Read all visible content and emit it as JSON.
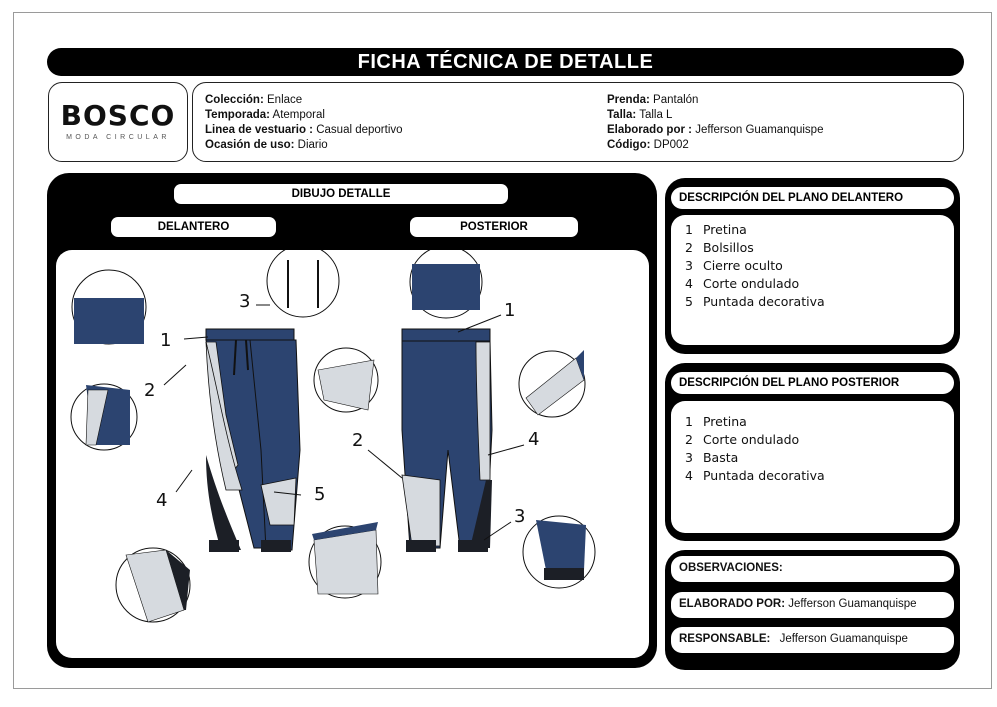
{
  "header": {
    "title": "FICHA TÉCNICA DE DETALLE"
  },
  "logo": {
    "brand": "BOSCO",
    "tagline": "MODA CIRCULAR"
  },
  "info": {
    "left": [
      {
        "label": "Colección:",
        "value": "Enlace"
      },
      {
        "label": "Temporada:",
        "value": "Atemporal"
      },
      {
        "label": "Linea de vestuario :",
        "value": "Casual deportivo"
      },
      {
        "label": "Ocasión de uso:",
        "value": "Diario"
      }
    ],
    "right": [
      {
        "label": "Prenda:",
        "value": "Pantalón"
      },
      {
        "label": "Talla:",
        "value": "Talla L"
      },
      {
        "label": "Elaborado por :",
        "value": "Jefferson Guamanquispe"
      },
      {
        "label": "Código:",
        "value": "DP002"
      }
    ]
  },
  "drawing": {
    "title": "DIBUJO DETALLE",
    "front_label": "DELANTERO",
    "back_label": "POSTERIOR",
    "front_callouts": [
      "1",
      "2",
      "3",
      "4",
      "5"
    ],
    "back_callouts": [
      "1",
      "2",
      "3",
      "4"
    ]
  },
  "front_description": {
    "title": "DESCRIPCIÓN DEL PLANO DELANTERO",
    "items": [
      {
        "num": "1",
        "text": "Pretina"
      },
      {
        "num": "2",
        "text": "Bolsillos"
      },
      {
        "num": "3",
        "text": "Cierre oculto"
      },
      {
        "num": "4",
        "text": "Corte ondulado"
      },
      {
        "num": "5",
        "text": "Puntada decorativa"
      }
    ]
  },
  "back_description": {
    "title": "DESCRIPCIÓN DEL PLANO POSTERIOR",
    "items": [
      {
        "num": "1",
        "text": "Pretina"
      },
      {
        "num": "2",
        "text": "Corte ondulado"
      },
      {
        "num": "3",
        "text": "Basta"
      },
      {
        "num": "4",
        "text": "Puntada decorativa"
      }
    ]
  },
  "observations": {
    "title": "OBSERVACIONES:",
    "made_by_label": "ELABORADO POR:",
    "made_by_value": "Jefferson Guamanquispe",
    "responsible_label": "RESPONSABLE:",
    "responsible_value": "Jefferson Guamanquispe"
  },
  "colors": {
    "navy": "#2c4470",
    "light_gray": "#d6dadf",
    "dark": "#1c1f26",
    "panel": "#000000"
  }
}
